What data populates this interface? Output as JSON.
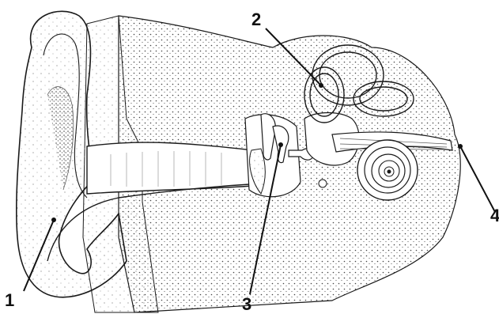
{
  "labels": [
    {
      "id": "1",
      "text": "1"
    },
    {
      "id": "2",
      "text": "2"
    },
    {
      "id": "3",
      "text": "3"
    },
    {
      "id": "4",
      "text": "4"
    }
  ],
  "colors": {
    "ink": "#1a1a1a",
    "stipple": "#555555",
    "background": "#ffffff"
  }
}
